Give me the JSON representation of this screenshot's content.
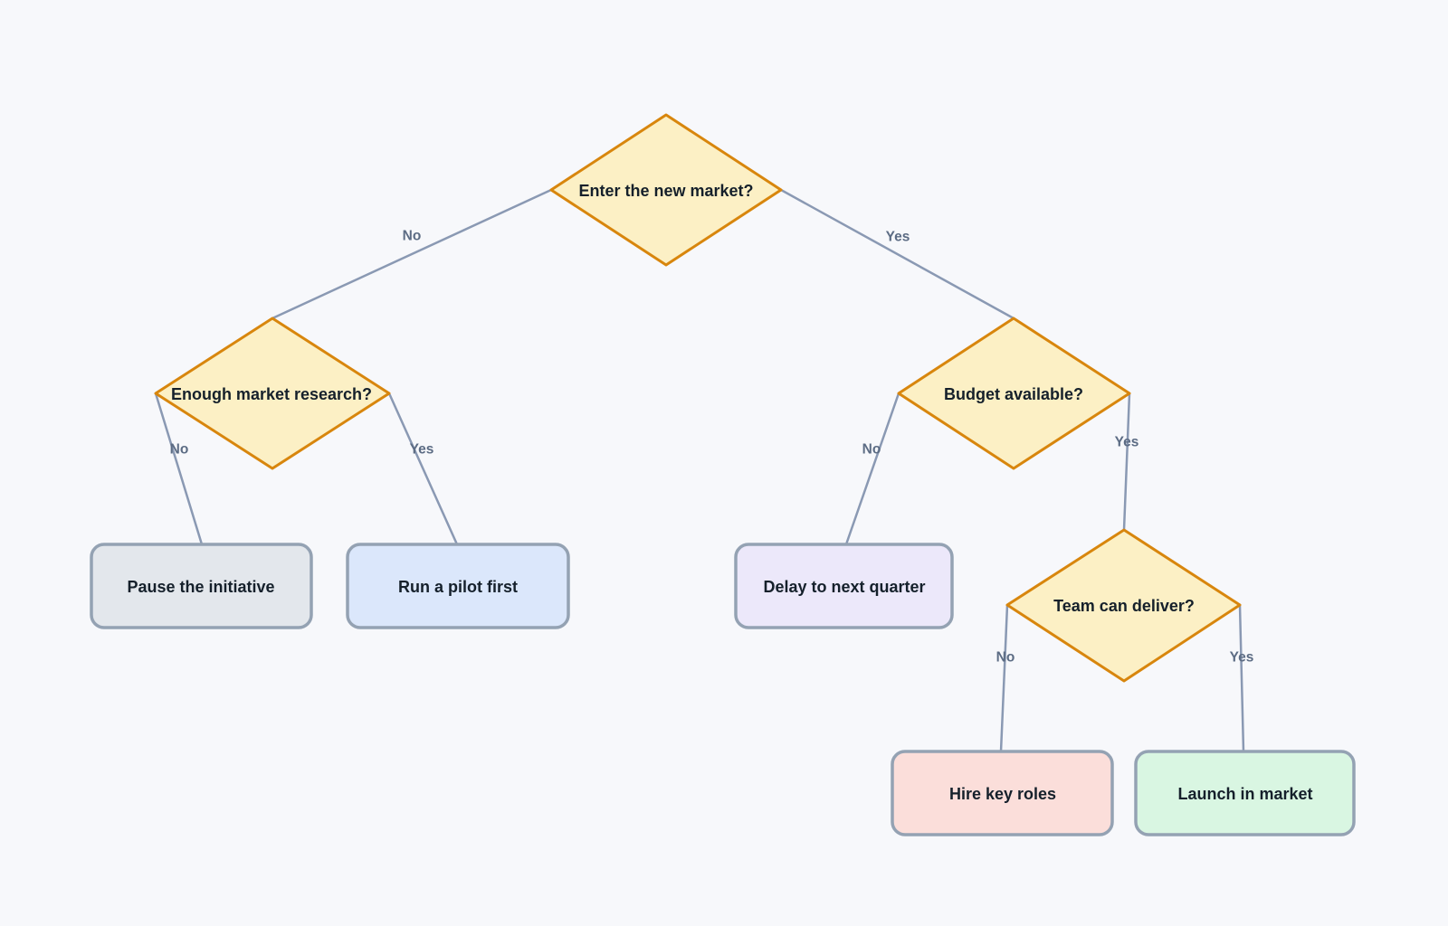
{
  "diagram": {
    "kind": "decision-tree-flowchart",
    "background": "#f7f8fb",
    "palette": {
      "decision_fill": "#fcf0c5",
      "decision_border": "#d8860d",
      "action_border": "#94a2b3",
      "edge_line": "#8a99b3",
      "edge_label_color": "#5c6c84",
      "node_text_color": "#15202b"
    },
    "nodes": [
      {
        "id": "enter-new-market",
        "type": "decision",
        "label": "Enter the new market?"
      },
      {
        "id": "enough-market-research",
        "type": "decision",
        "label": "Enough market research?"
      },
      {
        "id": "budget-available",
        "type": "decision",
        "label": "Budget available?"
      },
      {
        "id": "team-can-deliver",
        "type": "decision",
        "label": "Team can deliver?"
      },
      {
        "id": "pause-initiative",
        "type": "action",
        "label": "Pause the initiative",
        "fill": "#e3e7ec"
      },
      {
        "id": "run-pilot-first",
        "type": "action",
        "label": "Run a pilot first",
        "fill": "#dbe7fb"
      },
      {
        "id": "delay-next-quarter",
        "type": "action",
        "label": "Delay to next quarter",
        "fill": "#ece8fa"
      },
      {
        "id": "hire-key-roles",
        "type": "action",
        "label": "Hire key roles",
        "fill": "#fbdeda"
      },
      {
        "id": "launch-in-market",
        "type": "action",
        "label": "Launch in market",
        "fill": "#d9f6e2"
      }
    ],
    "edges": [
      {
        "from": "enter-new-market",
        "to": "enough-market-research",
        "label": "No"
      },
      {
        "from": "enter-new-market",
        "to": "budget-available",
        "label": "Yes"
      },
      {
        "from": "enough-market-research",
        "to": "pause-initiative",
        "label": "No"
      },
      {
        "from": "enough-market-research",
        "to": "run-pilot-first",
        "label": "Yes"
      },
      {
        "from": "budget-available",
        "to": "delay-next-quarter",
        "label": "No"
      },
      {
        "from": "budget-available",
        "to": "team-can-deliver",
        "label": "Yes"
      },
      {
        "from": "team-can-deliver",
        "to": "hire-key-roles",
        "label": "No"
      },
      {
        "from": "team-can-deliver",
        "to": "launch-in-market",
        "label": "Yes"
      }
    ]
  }
}
